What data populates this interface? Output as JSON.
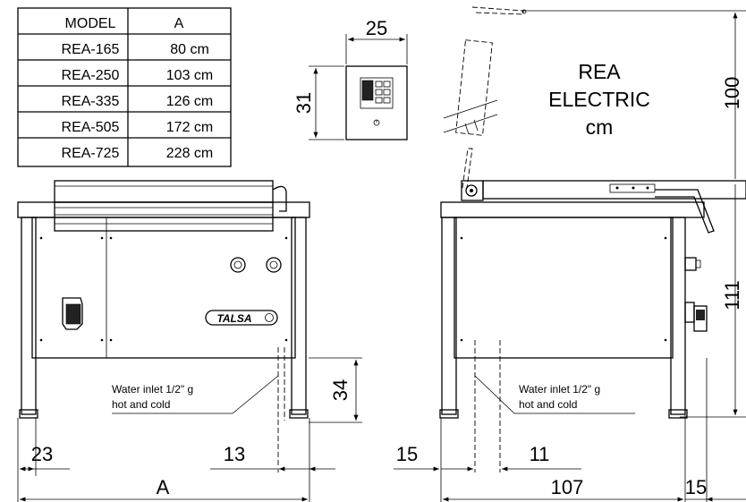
{
  "table": {
    "headers": [
      "MODEL",
      "A"
    ],
    "rows": [
      [
        "REA-165",
        "80 cm"
      ],
      [
        "REA-250",
        "103 cm"
      ],
      [
        "REA-335",
        "126 cm"
      ],
      [
        "REA-505",
        "172 cm"
      ],
      [
        "REA-725",
        "228 cm"
      ]
    ]
  },
  "title": {
    "line1": "REA",
    "line2": "ELECTRIC",
    "line3": "cm"
  },
  "brand": "TALSA",
  "control_panel": {
    "width": "25",
    "height": "31"
  },
  "front_view": {
    "dim_leg_offset": "23",
    "dim_inlet_offset": "13",
    "dim_inlet_height": "34",
    "dim_width": "A",
    "water_note_line1": "Water inlet 1/2\" g",
    "water_note_line2": "hot and cold"
  },
  "side_view": {
    "dim_left": "15",
    "dim_inlet": "11",
    "dim_depth": "107",
    "dim_right": "15",
    "dim_height_open": "100",
    "dim_height": "111",
    "water_note_line1": "Water inlet 1/2\" g",
    "water_note_line2": "hot and cold"
  },
  "colors": {
    "line": "#000000",
    "background": "#ffffff"
  }
}
